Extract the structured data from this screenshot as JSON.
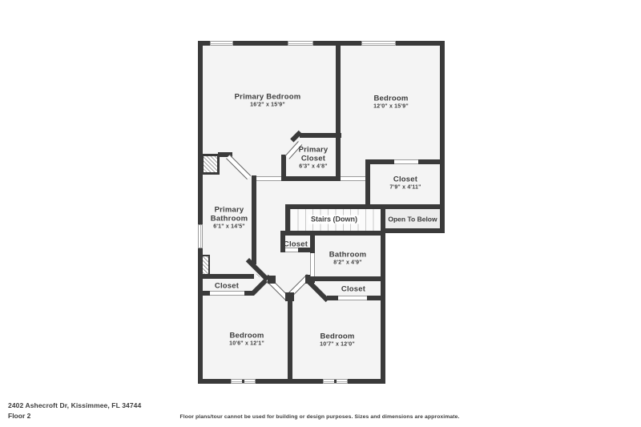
{
  "colors": {
    "wall": "#3a3a3a",
    "floor_fill": "#f4f4f4",
    "open_to_below_fill": "#ececec",
    "text": "#3c3c3c",
    "window_line": "#9b9b9b",
    "background": "#ffffff"
  },
  "floorplan": {
    "primary_bedroom": {
      "name": "Primary Bedroom",
      "dims": "16'2\" x 15'9\""
    },
    "bedroom_top_right": {
      "name": "Bedroom",
      "dims": "12'0\" x 15'9\""
    },
    "primary_closet": {
      "name": "Primary Closet",
      "dims": "6'3\" x 4'8\""
    },
    "closet_top_right": {
      "name": "Closet",
      "dims": "7'9\" x 4'11\""
    },
    "primary_bathroom": {
      "name": "Primary Bathroom",
      "dims": "6'1\" x 14'5\""
    },
    "stairs": {
      "name": "Stairs (Down)"
    },
    "open_to_below": {
      "name": "Open To Below"
    },
    "closet_middle": {
      "name": "Closet"
    },
    "bathroom": {
      "name": "Bathroom",
      "dims": "8'2\" x 4'9\""
    },
    "closet_left": {
      "name": "Closet"
    },
    "closet_right": {
      "name": "Closet"
    },
    "bedroom_bottom_left": {
      "name": "Bedroom",
      "dims": "10'6\" x 12'1\""
    },
    "bedroom_bottom_right": {
      "name": "Bedroom",
      "dims": "10'7\" x 12'0\""
    }
  },
  "footer": {
    "address": "2402 Ashecroft Dr, Kissimmee, FL 34744",
    "floor_label": "Floor 2",
    "disclaimer": "Floor plans/tour cannot be used for building or design purposes. Sizes and dimensions are approximate."
  }
}
